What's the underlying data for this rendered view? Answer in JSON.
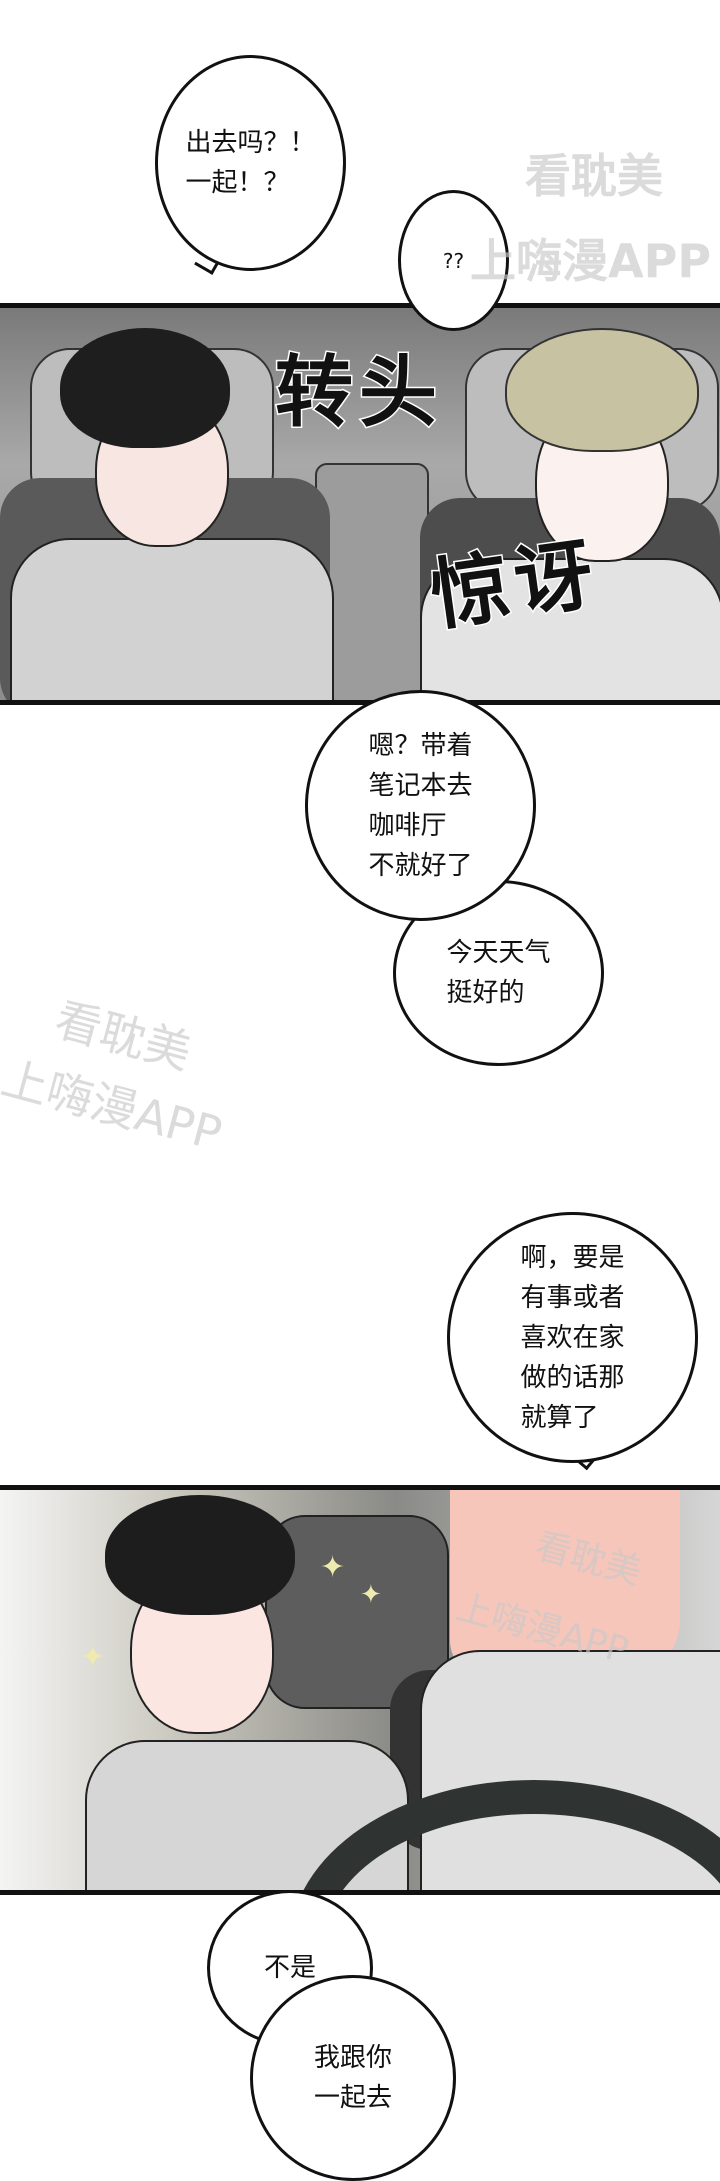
{
  "bubbles": {
    "b1": "出去吗？！\n一起！？",
    "b2": "??",
    "b3a": "嗯？带着\n笔记本去\n咖啡厅\n不就好了",
    "b3b": "今天天气\n挺好的",
    "b4": "啊，要是\n有事或者\n喜欢在家\n做的话那\n就算了",
    "b5a": "不是",
    "b5b": "我跟你\n一起去"
  },
  "sfx": {
    "turn": "转头",
    "surprised": "惊讶"
  },
  "watermarks": {
    "line1": "看耽美",
    "line2": "上嗨漫APP"
  },
  "colors": {
    "ink": "#111111",
    "panel_gray": "#8a8a8a",
    "blush": "#f2b9b0"
  }
}
